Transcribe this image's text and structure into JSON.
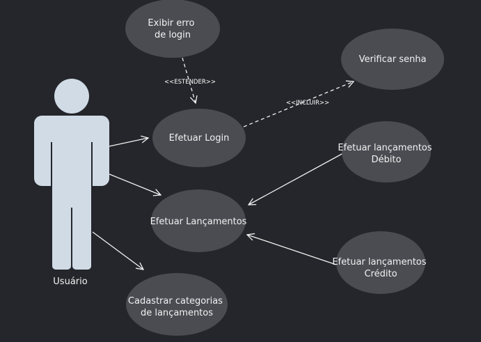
{
  "colors": {
    "background": "#24262b",
    "usecase_fill": "#4b4c52",
    "actor_fill": "#d0dbe6",
    "line": "#f2f2f2",
    "text": "#f2f2f2"
  },
  "actor": {
    "name": "Usuário"
  },
  "usecases": {
    "erro_login": {
      "lines": [
        "Exibir erro",
        "de login"
      ]
    },
    "verificar_senha": {
      "lines": [
        "Verificar senha"
      ]
    },
    "efetuar_login": {
      "lines": [
        "Efetuar Login"
      ]
    },
    "lanc_debito": {
      "lines": [
        "Efetuar lançamentos",
        "Débito"
      ]
    },
    "efetuar_lancamentos": {
      "lines": [
        "Efetuar Lançamentos"
      ]
    },
    "lanc_credito": {
      "lines": [
        "Efetuar lançamentos",
        "Crédito"
      ]
    },
    "cadastrar_categorias": {
      "lines": [
        "Cadastrar categorias",
        "de lançamentos"
      ]
    }
  },
  "relations": {
    "estender": "<<ESTENDER>>",
    "incluir": "<<INCLUIR>>"
  }
}
